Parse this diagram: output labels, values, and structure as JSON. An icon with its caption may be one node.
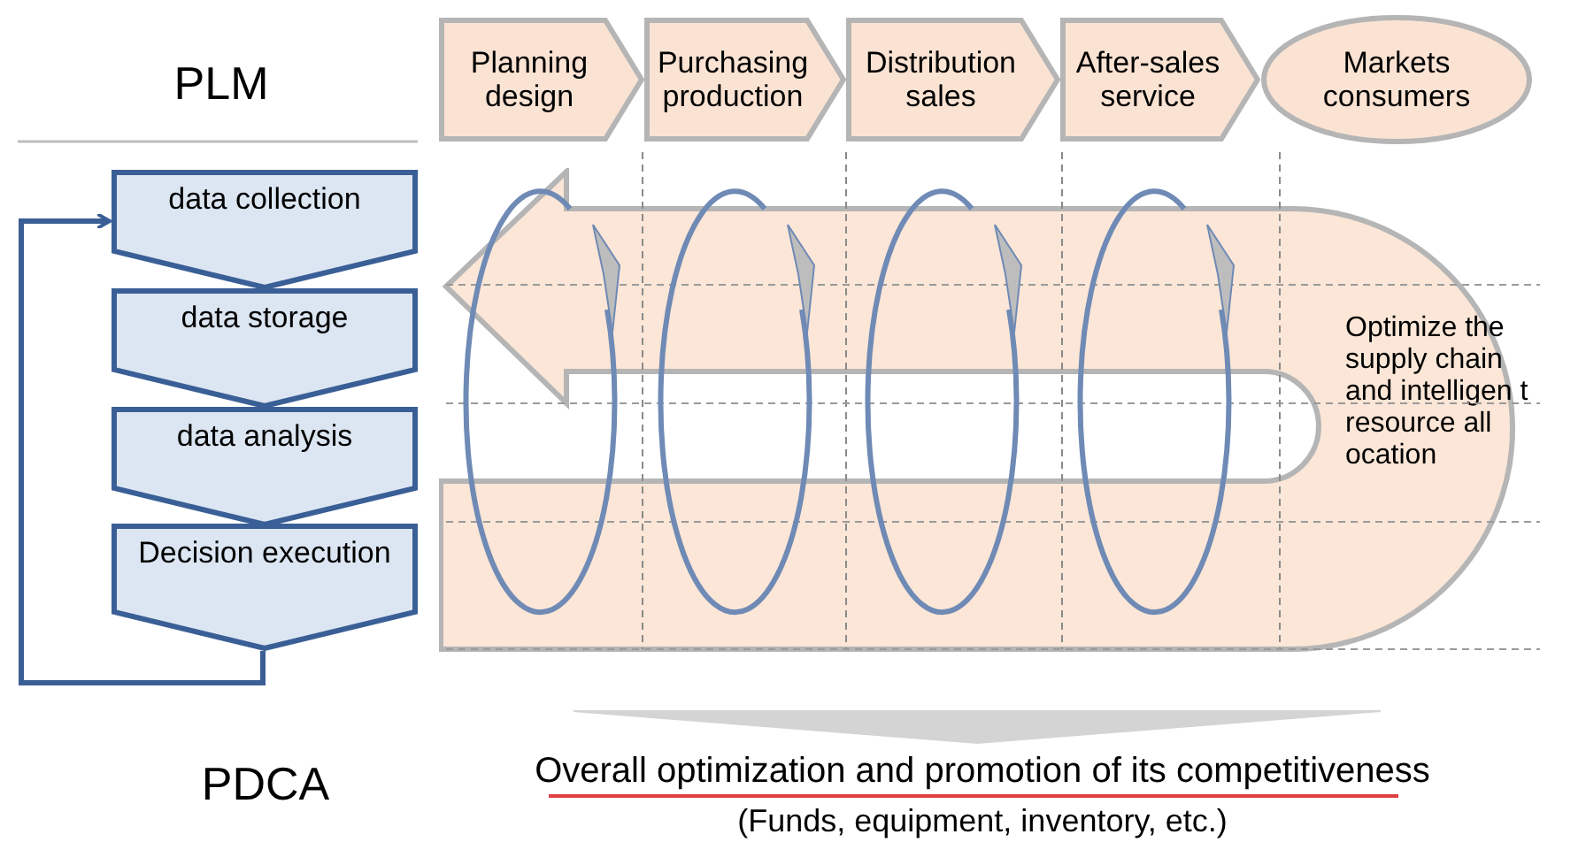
{
  "diagram": {
    "nodes": [
      {
        "text": [
          "Planning design"
        ]
      },
      {
        "text": [
          "Purchasing production"
        ]
      },
      {
        "text": [
          "Distribution sales"
        ]
      },
      {
        "text": [
          "After-sales service"
        ]
      },
      {
        "text": [
          "Markets consumers"
        ]
      },
      {
        "text": [
          "data collection"
        ]
      },
      {
        "text": [
          "data storage"
        ]
      },
      {
        "text": [
          "data analysis"
        ]
      },
      {
        "text": [
          "Decision execution"
        ]
      },
      {
        "text": [
          "Optimize the supply chain and intelligen t resource all ocation"
        ]
      },
      {
        "text": [
          "Overall optimization and promotion of its competitiveness",
          "(Funds, equipment, inventory, etc.)"
        ]
      }
    ],
    "edges": [
      {
        "from": 8,
        "to": 5,
        "arrow": "to",
        "color": "#3a5f96"
      },
      {
        "from": 9,
        "to": 10,
        "arrow": "to",
        "style": "thick",
        "color": "#d4d4d4"
      }
    ],
    "labels": [
      "PLM",
      "PDCA"
    ]
  }
}
